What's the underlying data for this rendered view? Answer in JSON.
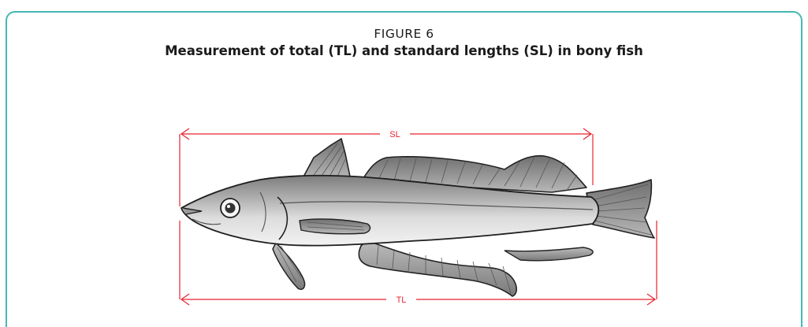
{
  "figure": {
    "label": "FIGURE 6",
    "title": "Measurement of total (TL) and standard lengths (SL) in bony fish"
  },
  "measurements": {
    "standard_length_label": "SL",
    "total_length_label": "TL"
  },
  "colors": {
    "frame": "#45b8b3",
    "dimension_lines": "#e8232f",
    "fish_body": "#a6a6a6",
    "fish_belly": "#e8e8e8",
    "fins": "#8f8f8f"
  }
}
